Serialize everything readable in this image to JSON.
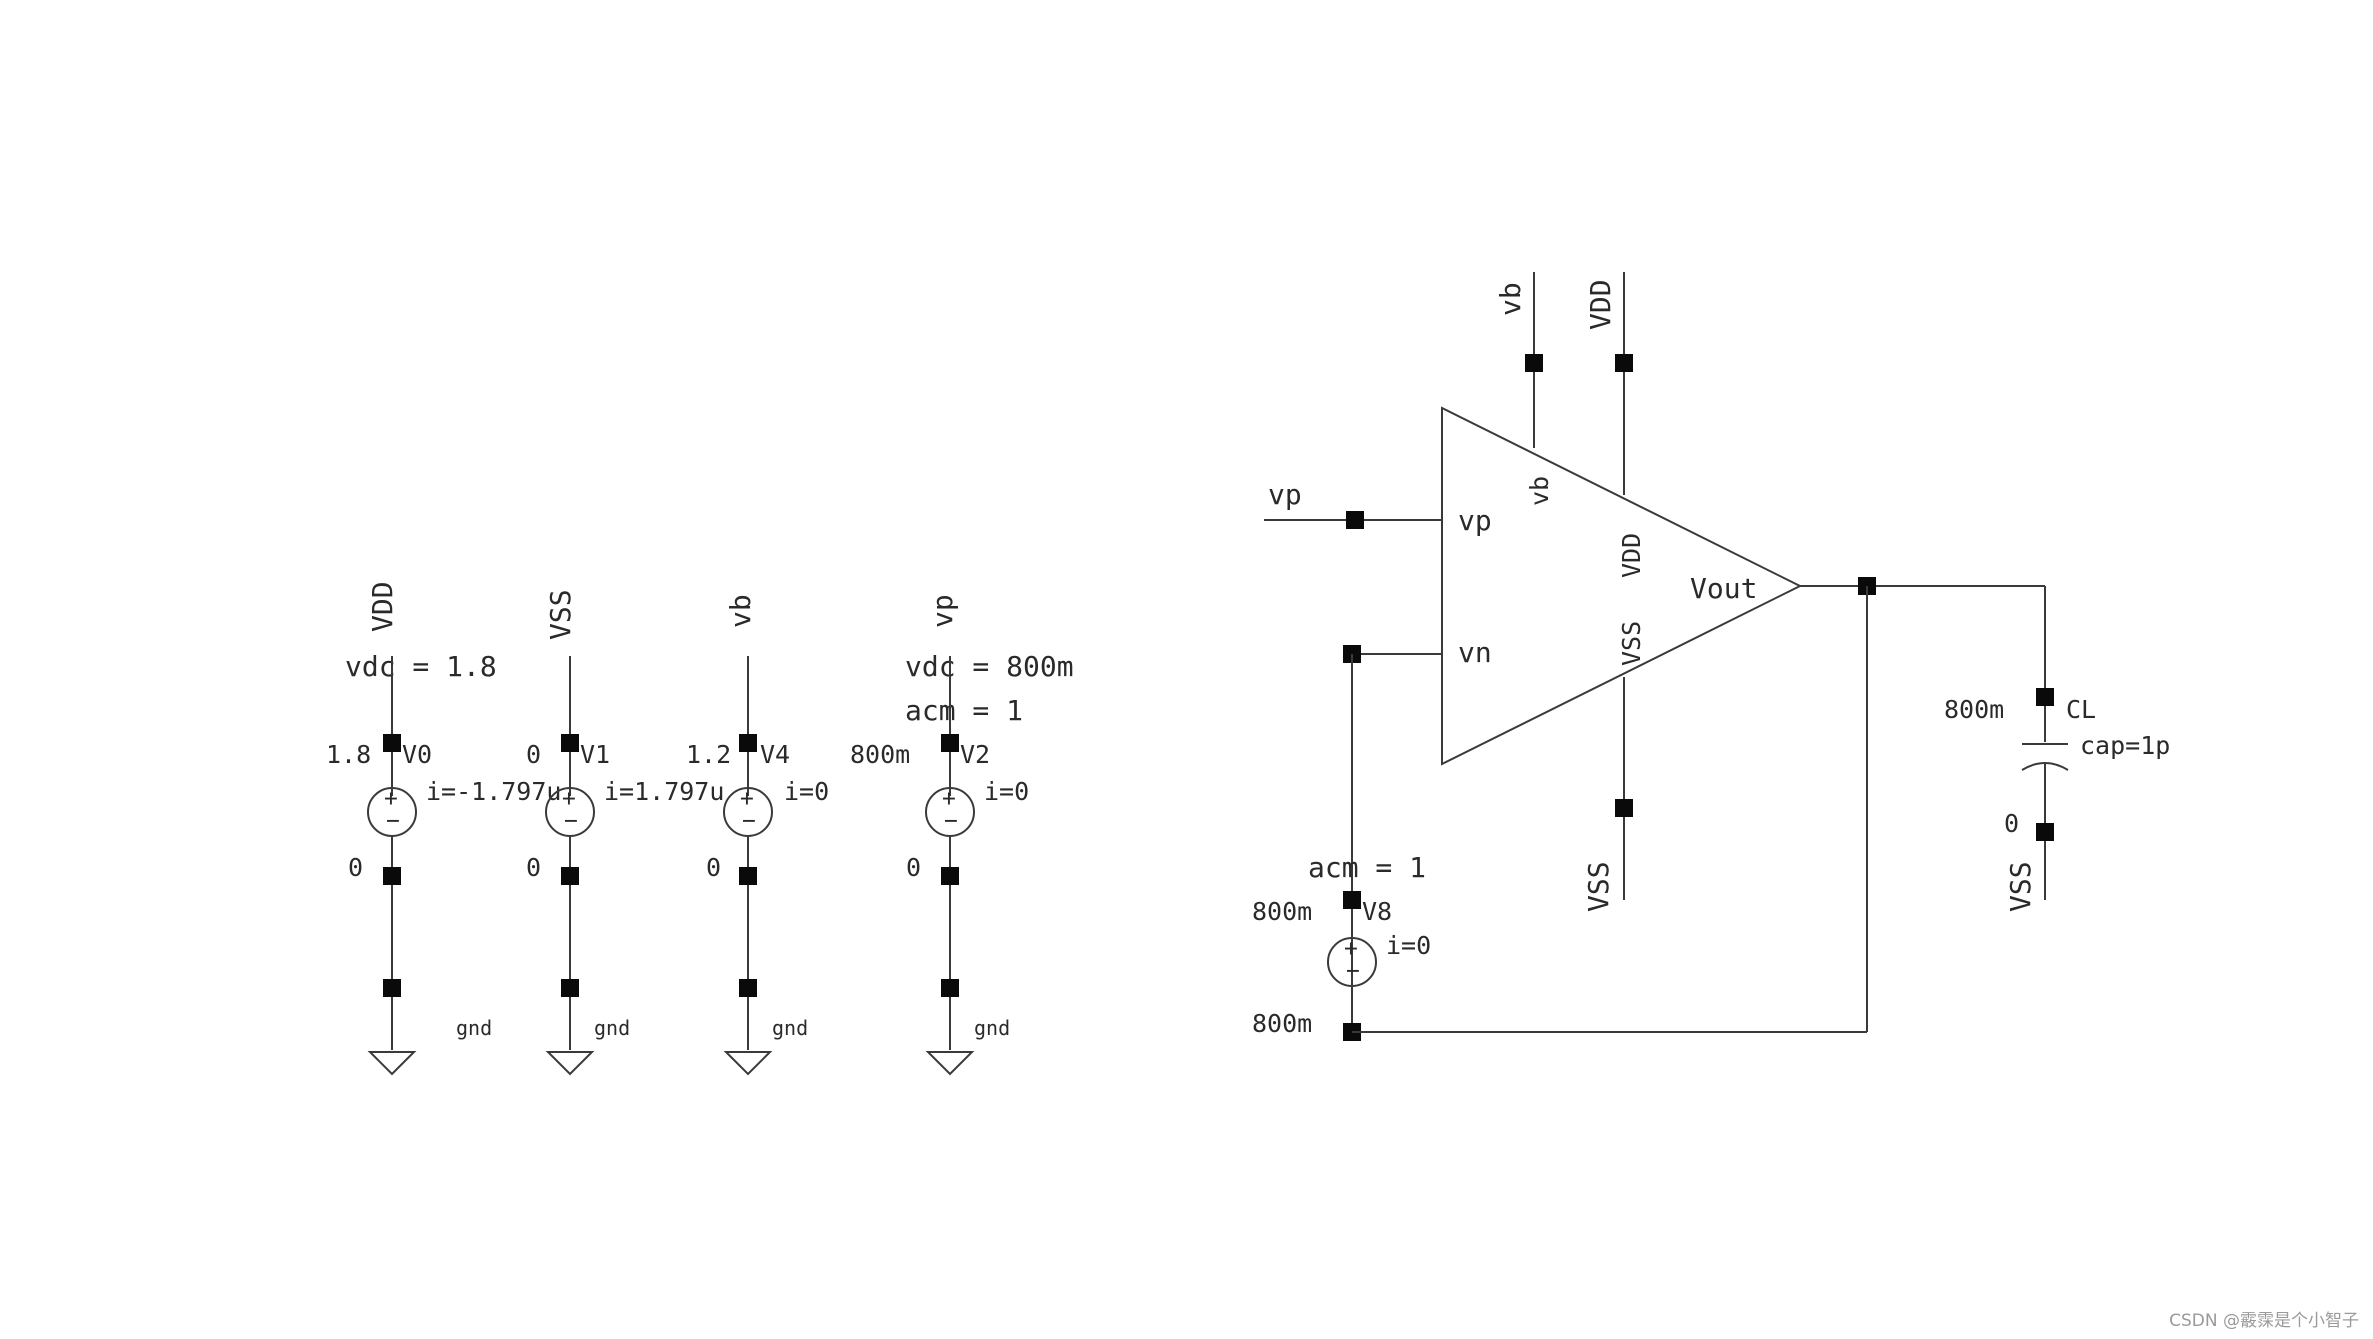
{
  "sources": [
    {
      "net": "VDD",
      "dc_param": "vdc = 1.8",
      "ac_param": "",
      "top_value": "1.8",
      "name": "V0",
      "current": "i=-1.797u",
      "bottom_value": "0",
      "ground": "gnd"
    },
    {
      "net": "VSS",
      "dc_param": "",
      "ac_param": "",
      "top_value": "0",
      "name": "V1",
      "current": "i=1.797u",
      "bottom_value": "0",
      "ground": "gnd"
    },
    {
      "net": "vb",
      "dc_param": "",
      "ac_param": "",
      "top_value": "1.2",
      "name": "V4",
      "current": "i=0",
      "bottom_value": "0",
      "ground": "gnd"
    },
    {
      "net": "vp",
      "dc_param": "vdc = 800m",
      "ac_param": "acm = 1",
      "top_value": "800m",
      "name": "V2",
      "current": "i=0",
      "bottom_value": "0",
      "ground": "gnd"
    }
  ],
  "opamp": {
    "pins": {
      "vp": "vp",
      "vn": "vn",
      "vb": "vb",
      "vdd": "VDD",
      "vss": "VSS",
      "out": "Vout"
    },
    "nets": {
      "vb": "vb",
      "vdd": "VDD",
      "vp": "vp",
      "vss": "VSS"
    }
  },
  "feedback_source": {
    "param": "acm = 1",
    "top_value": "800m",
    "name": "V8",
    "current": "i=0",
    "bottom_value": "800m"
  },
  "load_cap": {
    "top_value": "800m",
    "name": "CL",
    "param": "cap=1p",
    "bottom_value": "0",
    "net": "VSS"
  },
  "watermark": "CSDN @霰霂是个小智子"
}
